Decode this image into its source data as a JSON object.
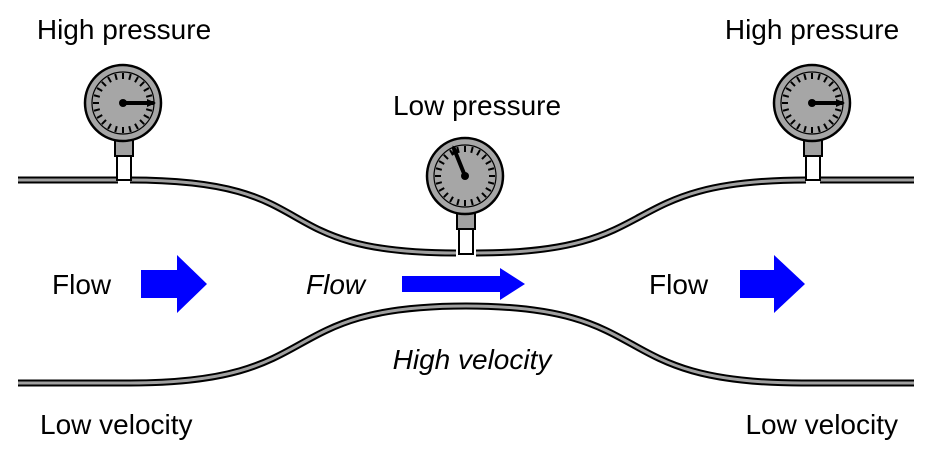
{
  "labels": {
    "left_gauge": "High pressure",
    "center_gauge": "Low pressure",
    "right_gauge": "High pressure",
    "flow_left": "Flow",
    "flow_center": "Flow",
    "flow_right": "Flow",
    "velocity_center": "High velocity",
    "velocity_left": "Low velocity",
    "velocity_right": "Low velocity"
  },
  "colors": {
    "arrow": "#0000ff",
    "pipe_fill": "#a0a0a0",
    "pipe_outline": "#000000",
    "gauge_face": "#a6a6a6"
  },
  "gauges": {
    "left": {
      "needle_reading": "high"
    },
    "center": {
      "needle_reading": "low"
    },
    "right": {
      "needle_reading": "high"
    }
  }
}
